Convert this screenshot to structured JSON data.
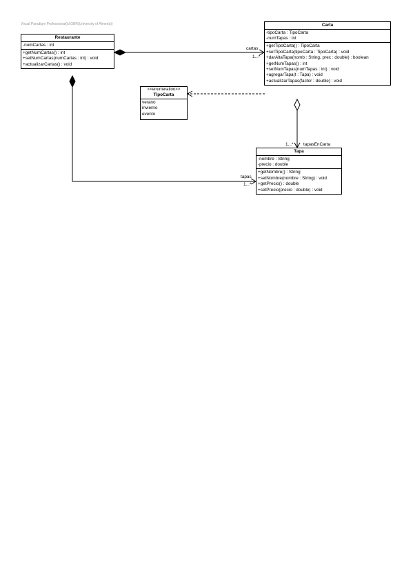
{
  "watermark": "Visual Paradigm Professional(id.GBR(University of Almeria))",
  "classes": {
    "restaurante": {
      "name": "Restaurante",
      "attributes": [
        "-numCartas : int"
      ],
      "operations": [
        "+getNumCartas() : int",
        "+setNumCartas(numCartas : int) : void",
        "+actualizarCartas() : void"
      ]
    },
    "carta": {
      "name": "Carta",
      "attributes": [
        "-tipoCarta : TipoCarta",
        "-numTapas : int"
      ],
      "operations": [
        "+getTipoCarta() : TipoCarta",
        "+setTipoCarta(tipoCarta : TipoCarta) : void",
        "+darAltaTapa(nomb : String, prec : double) : boolean",
        "+getNumTapas() : int",
        "+setNumTapas(numTapas : int) : void",
        "+agregarTapa(t : Tapa) : void",
        "+actualizarTapas(factor : double) : void"
      ]
    },
    "tipocarta": {
      "stereotype": "<<enumeration>>",
      "name": "TipoCarta",
      "literals": [
        "verano",
        "invierno",
        "evento"
      ]
    },
    "tapa": {
      "name": "Tapa",
      "attributes": [
        "-nombre : String",
        "-precio : double"
      ],
      "operations": [
        "+getNombre() : String",
        "+setNombre(nombre : String) : void",
        "+getPrecio() : double",
        "+setPrecio(precio : double) : void"
      ]
    }
  },
  "associations": {
    "cartas": {
      "role": "cartas",
      "multiplicity": "1...*"
    },
    "tapasEnCarta": {
      "role": "tapasEnCarta",
      "multiplicity": "1...*"
    },
    "tapas": {
      "role": "tapas",
      "multiplicity": "1...*"
    }
  }
}
